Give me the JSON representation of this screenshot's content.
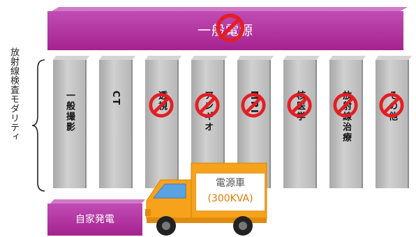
{
  "top_bar": {
    "label": "一般電源"
  },
  "side_label": "放射線検査モダリティ",
  "columns": [
    {
      "label": "一般撮影",
      "prohibited": false
    },
    {
      "label": "CT",
      "prohibited": false
    },
    {
      "label": "透視",
      "prohibited": true
    },
    {
      "label": "アンギオ",
      "prohibited": true
    },
    {
      "label": "MRI",
      "prohibited": true
    },
    {
      "label": "核医学",
      "prohibited": true
    },
    {
      "label": "放射線治療",
      "prohibited": true
    },
    {
      "label": "その他",
      "prohibited": true
    }
  ],
  "bottom_bar": {
    "label": "自家発電"
  },
  "truck": {
    "label_line1": "電源車",
    "label_line2": "(300KVA)"
  },
  "colors": {
    "magenta": "#a5228f",
    "gray": "#b8b8b8",
    "truck_orange": "#f7a21b",
    "prohibit_red": "#e31e24"
  },
  "icons": [
    "prohibited-icon",
    "power-truck-icon",
    "brace-icon"
  ]
}
